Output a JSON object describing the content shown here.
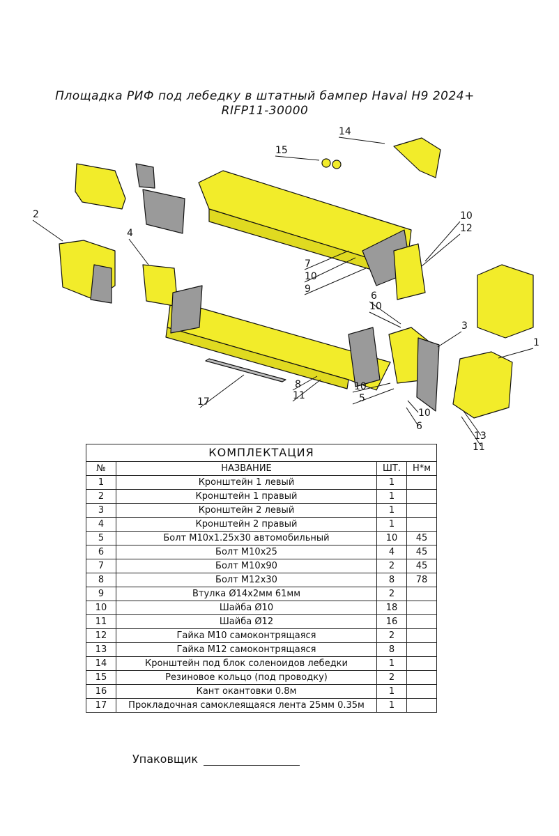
{
  "title": {
    "line1": "Площадка РИФ под лебедку в штатный бампер Haval H9 2024+",
    "line2": "RIFP11-30000"
  },
  "callouts": [
    "14",
    "15",
    "2",
    "4",
    "10",
    "12",
    "7",
    "10",
    "9",
    "6",
    "10",
    "3",
    "1",
    "17",
    "8",
    "11",
    "10",
    "5",
    "10",
    "6",
    "13",
    "11"
  ],
  "table": {
    "caption": "КОМПЛЕКТАЦИЯ",
    "headers": {
      "num": "№",
      "name": "НАЗВАНИЕ",
      "qty": "ШТ.",
      "torque": "Н*м"
    },
    "rows": [
      {
        "num": "1",
        "name": "Кронштейн 1 левый",
        "qty": "1",
        "torque": ""
      },
      {
        "num": "2",
        "name": "Кронштейн 1 правый",
        "qty": "1",
        "torque": ""
      },
      {
        "num": "3",
        "name": "Кронштейн 2 левый",
        "qty": "1",
        "torque": ""
      },
      {
        "num": "4",
        "name": "Кронштейн 2 правый",
        "qty": "1",
        "torque": ""
      },
      {
        "num": "5",
        "name": "Болт М10х1.25х30 автомобильный",
        "qty": "10",
        "torque": "45"
      },
      {
        "num": "6",
        "name": "Болт М10х25",
        "qty": "4",
        "torque": "45"
      },
      {
        "num": "7",
        "name": "Болт М10х90",
        "qty": "2",
        "torque": "45"
      },
      {
        "num": "8",
        "name": "Болт М12х30",
        "qty": "8",
        "torque": "78"
      },
      {
        "num": "9",
        "name": "Втулка Ø14х2мм 61мм",
        "qty": "2",
        "torque": ""
      },
      {
        "num": "10",
        "name": "Шайба Ø10",
        "qty": "18",
        "torque": ""
      },
      {
        "num": "11",
        "name": "Шайба Ø12",
        "qty": "16",
        "torque": ""
      },
      {
        "num": "12",
        "name": "Гайка М10 самоконтрящаяся",
        "qty": "2",
        "torque": ""
      },
      {
        "num": "13",
        "name": "Гайка М12 самоконтрящаяся",
        "qty": "8",
        "torque": ""
      },
      {
        "num": "14",
        "name": "Кронштейн под блок соленоидов лебедки",
        "qty": "1",
        "torque": ""
      },
      {
        "num": "15",
        "name": "Резиновое кольцо (под проводку)",
        "qty": "2",
        "torque": ""
      },
      {
        "num": "16",
        "name": "Кант окантовки 0.8м",
        "qty": "1",
        "torque": ""
      },
      {
        "num": "17",
        "name": "Прокладочная самоклеящаяся лента 25мм 0.35м",
        "qty": "1",
        "torque": ""
      }
    ]
  },
  "packer": {
    "label": "Упаковщик"
  },
  "colors": {
    "part": "#f2ec2a",
    "plate": "#9a9a9a",
    "line": "#111111"
  }
}
